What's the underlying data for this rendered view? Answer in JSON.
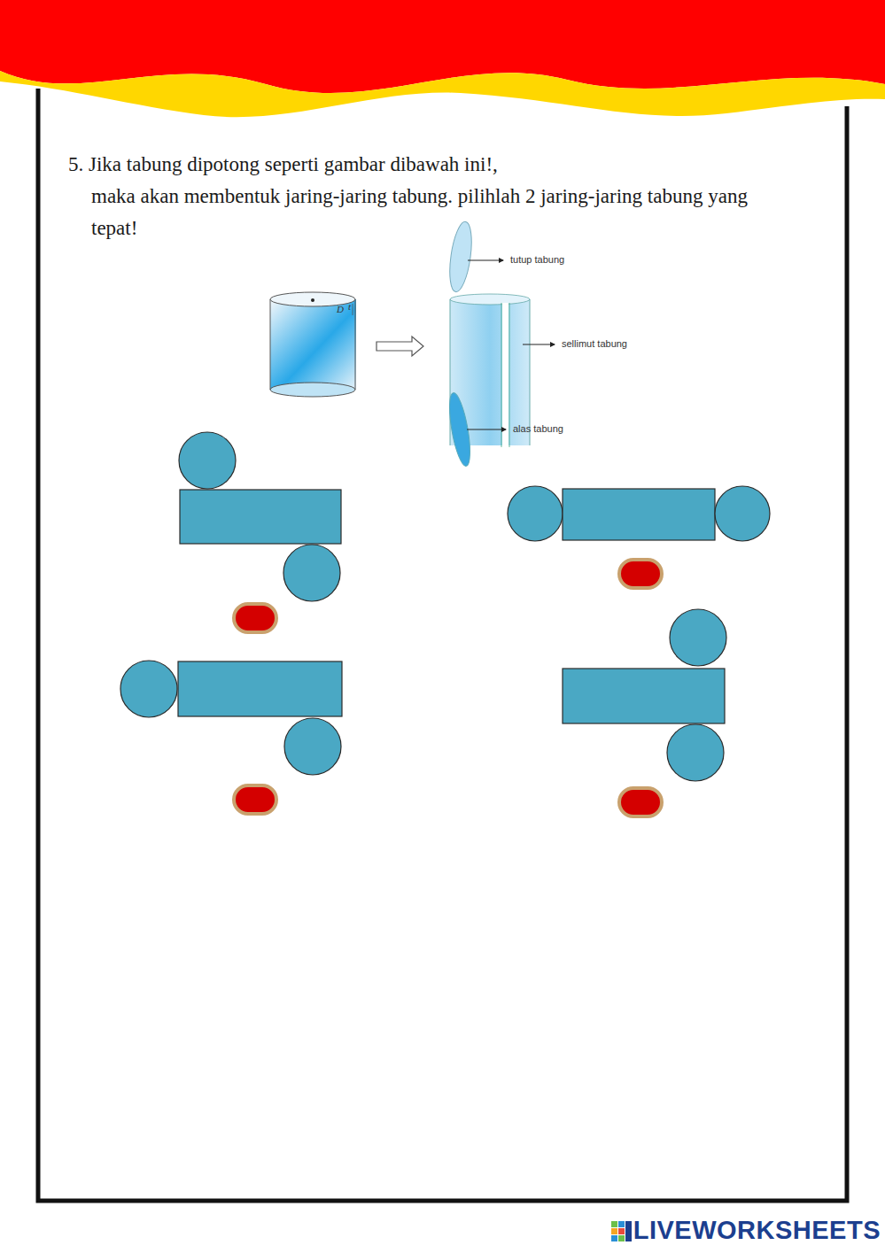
{
  "diagram": {
    "labels": [
      "5. Jika tabung dipotong seperti gambar dibawah ini!,",
      "maka akan membentuk jaring-jaring tabung. pilihlah 2 jaring-jaring tabung yang tepat!",
      "D",
      "t",
      "tutup tabung",
      "sellimut tabung",
      "alas tabung",
      "LIVEWORKSHEETS"
    ]
  }
}
